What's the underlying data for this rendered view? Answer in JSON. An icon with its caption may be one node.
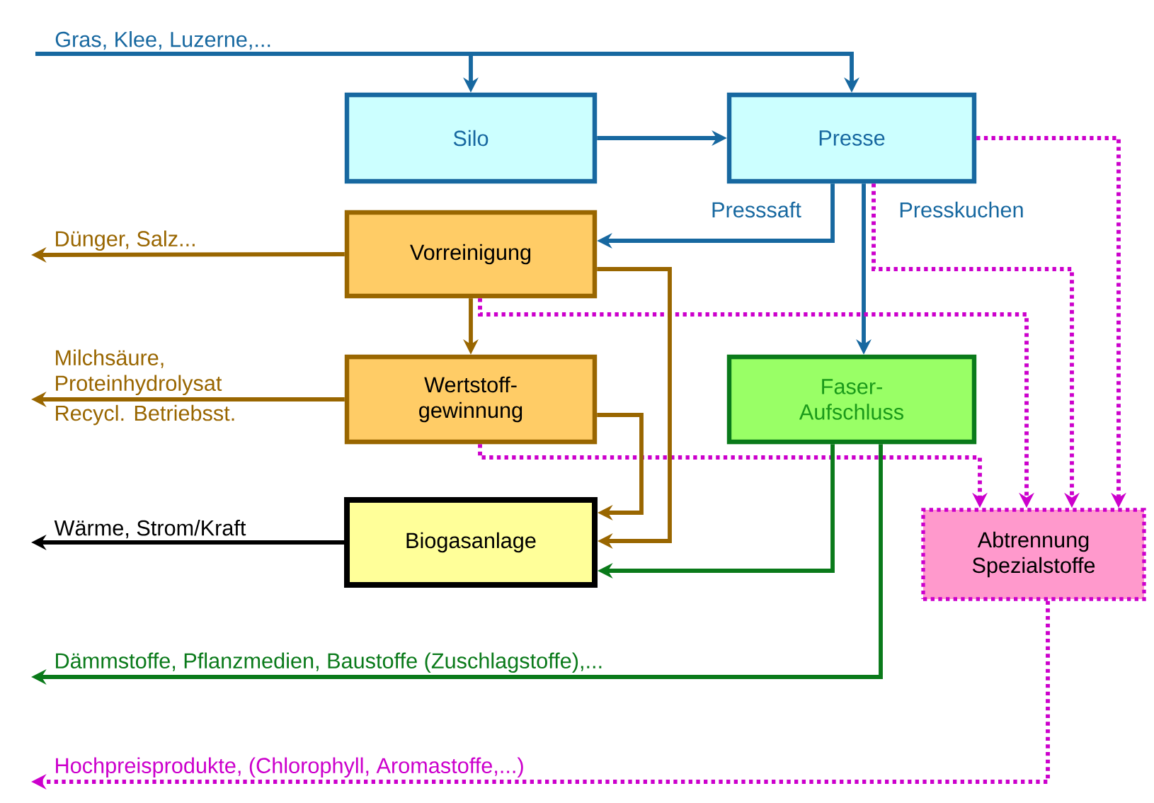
{
  "diagram": {
    "nodes": [
      {
        "text": [
          "Gras, Klee, Luzerne,..."
        ]
      },
      {
        "text": [
          "Silo"
        ]
      },
      {
        "text": [
          "Presse"
        ]
      },
      {
        "text": [
          "Vorreinigung"
        ]
      },
      {
        "text": [
          "Wertstoff- gewinnung"
        ]
      },
      {
        "text": [
          "Faser- Aufschluss"
        ]
      },
      {
        "text": [
          "Biogasanlage"
        ]
      },
      {
        "text": [
          "Abtrennung Spezialstoffe"
        ]
      },
      {
        "text": [
          "Dünger, Salz..."
        ]
      },
      {
        "text": [
          "Milchsäure, Proteinhydrolysat"
        ],
        "beside": [
          "Recycl. Betriebsst."
        ]
      },
      {
        "text": [
          "Wärme, Strom/Kraft"
        ]
      },
      {
        "text": [
          "Dämmstoffe, Pflanzmedien, Baustoffe (Zuschlagstoffe),..."
        ]
      },
      {
        "text": [
          "Hochpreisprodukte, (Chlorophyll, Aromastoffe,...)"
        ]
      }
    ],
    "edges": [
      {
        "from": 0,
        "to": 1,
        "arrow": "to",
        "color": "#1768a0"
      },
      {
        "from": 0,
        "to": 2,
        "arrow": "to",
        "color": "#1768a0"
      },
      {
        "from": 1,
        "to": 2,
        "arrow": "to",
        "color": "#1768a0"
      },
      {
        "from": 2,
        "to": 3,
        "arrow": "to",
        "label": "Presssaft",
        "color": "#1768a0"
      },
      {
        "from": 2,
        "to": 5,
        "arrow": "to",
        "label": "Presskuchen",
        "color": "#1768a0"
      },
      {
        "from": 2,
        "to": 7,
        "arrow": "to",
        "style": "dashed",
        "color": "#cc00cc"
      },
      {
        "from": 2,
        "to": 7,
        "arrow": "to",
        "style": "dashed",
        "color": "#cc00cc"
      },
      {
        "from": 3,
        "to": 7,
        "arrow": "to",
        "style": "dashed",
        "color": "#cc00cc"
      },
      {
        "from": 4,
        "to": 7,
        "arrow": "to",
        "style": "dashed",
        "color": "#cc00cc"
      },
      {
        "from": 3,
        "to": 8,
        "arrow": "to",
        "color": "#996600"
      },
      {
        "from": 3,
        "to": 4,
        "arrow": "to",
        "color": "#996600"
      },
      {
        "from": 3,
        "to": 6,
        "arrow": "to",
        "color": "#996600"
      },
      {
        "from": 4,
        "to": 9,
        "arrow": "to",
        "color": "#996600"
      },
      {
        "from": 4,
        "to": 6,
        "arrow": "to",
        "color": "#996600"
      },
      {
        "from": 6,
        "to": 10,
        "arrow": "to",
        "color": "#000000"
      },
      {
        "from": 5,
        "to": 6,
        "arrow": "to",
        "color": "#0a7a1a"
      },
      {
        "from": 5,
        "to": 11,
        "arrow": "to",
        "color": "#0a7a1a"
      },
      {
        "from": 7,
        "to": 12,
        "arrow": "to",
        "style": "dashed",
        "color": "#cc00cc"
      }
    ]
  }
}
